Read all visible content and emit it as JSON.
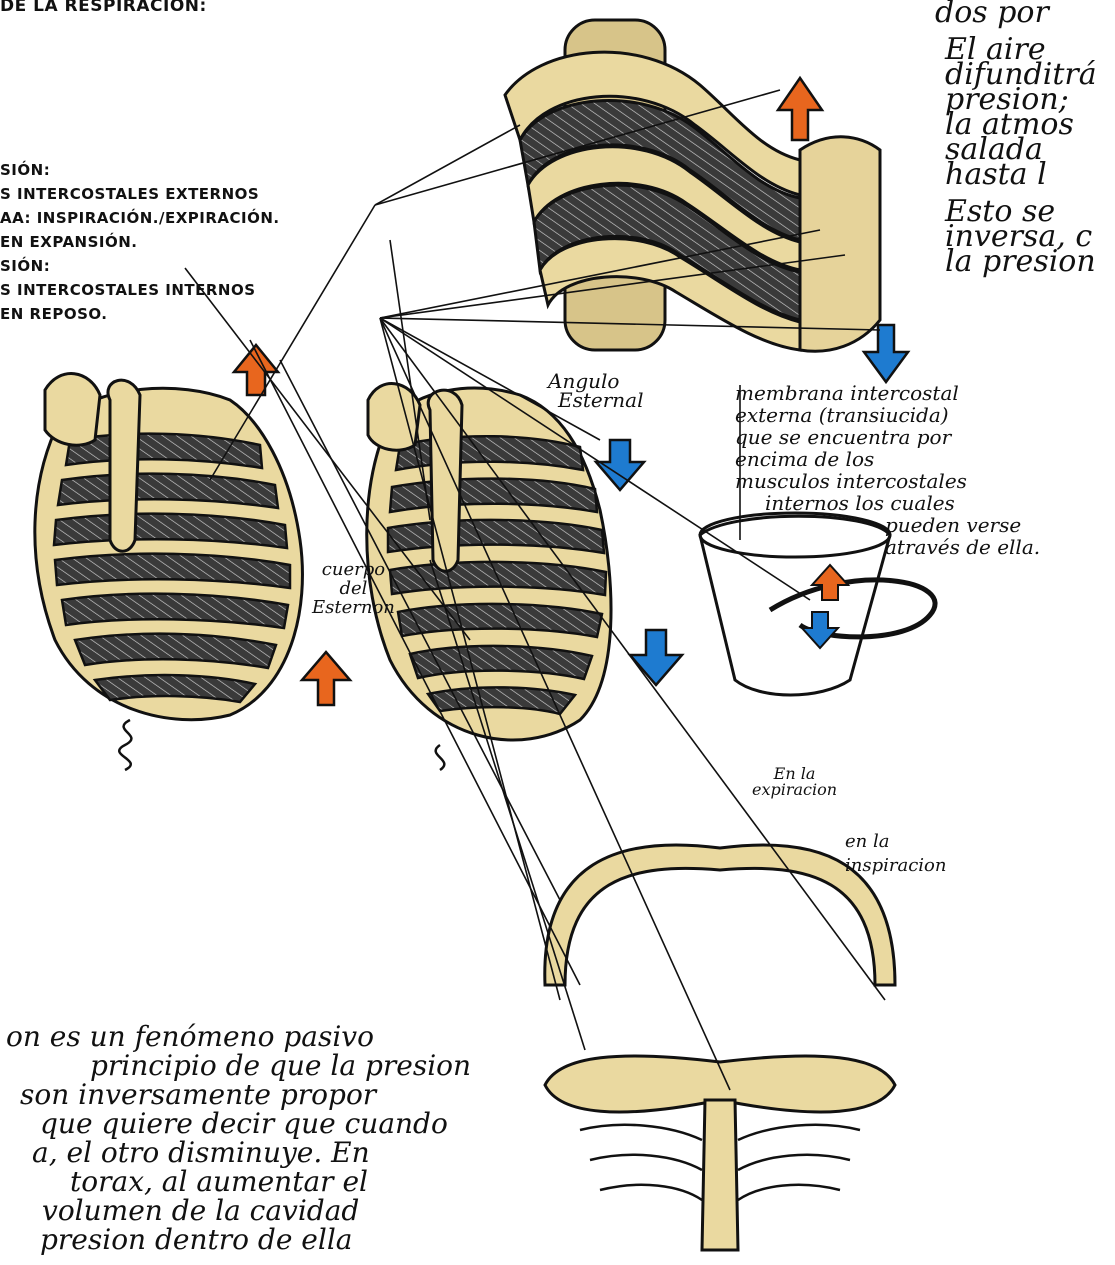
{
  "header": {
    "title_fragment": "DE LA RESPIRACIÓN:"
  },
  "top_right_notes": [
    "dos por",
    "El aire",
    "difunditrá",
    "presion; ",
    "la atmos",
    "salada",
    "hasta  l",
    "Esto se",
    "inversa, c",
    "la presion"
  ],
  "left_legend": [
    "SIÓN:",
    "S INTERCOSTALES EXTERNOS",
    "AA: INSPIRACIÓN./EXPIRACIÓN.",
    "EN EXPANSIÓN.",
    "SIÓN:",
    "S INTERCOSTALES INTERNOS",
    "EN REPOSO."
  ],
  "labels": {
    "angulo_esternal": [
      "Angulo",
      "Esternal"
    ],
    "cuerpo_esternon": [
      "cuerpo",
      "del",
      "Esternon"
    ],
    "membrana": [
      "membrana intercostal",
      "externa (transiucida)",
      "que se encuentra por",
      "encima de los",
      "musculos intercostales",
      "internos los cuales",
      "pueden verse",
      "através de ella."
    ],
    "en_la_expiracion": [
      "En la",
      "expiracion"
    ],
    "en_la_inspiracion": [
      "en la",
      "inspiracion"
    ]
  },
  "bottom_paragraph": [
    "on es un fenómeno pasivo",
    "principio de que la presion",
    "son inversamente propor",
    "que quiere decir que cuando",
    "a, el otro disminuye. En",
    "torax, al aumentar el",
    "volumen de la cavidad",
    "presion dentro de ella"
  ],
  "colors": {
    "bone": "#EAD9A0",
    "bone_shadow": "#C9B377",
    "ink": "#111111",
    "arrow_orange": "#E8661E",
    "arrow_blue": "#1E7BD0"
  }
}
